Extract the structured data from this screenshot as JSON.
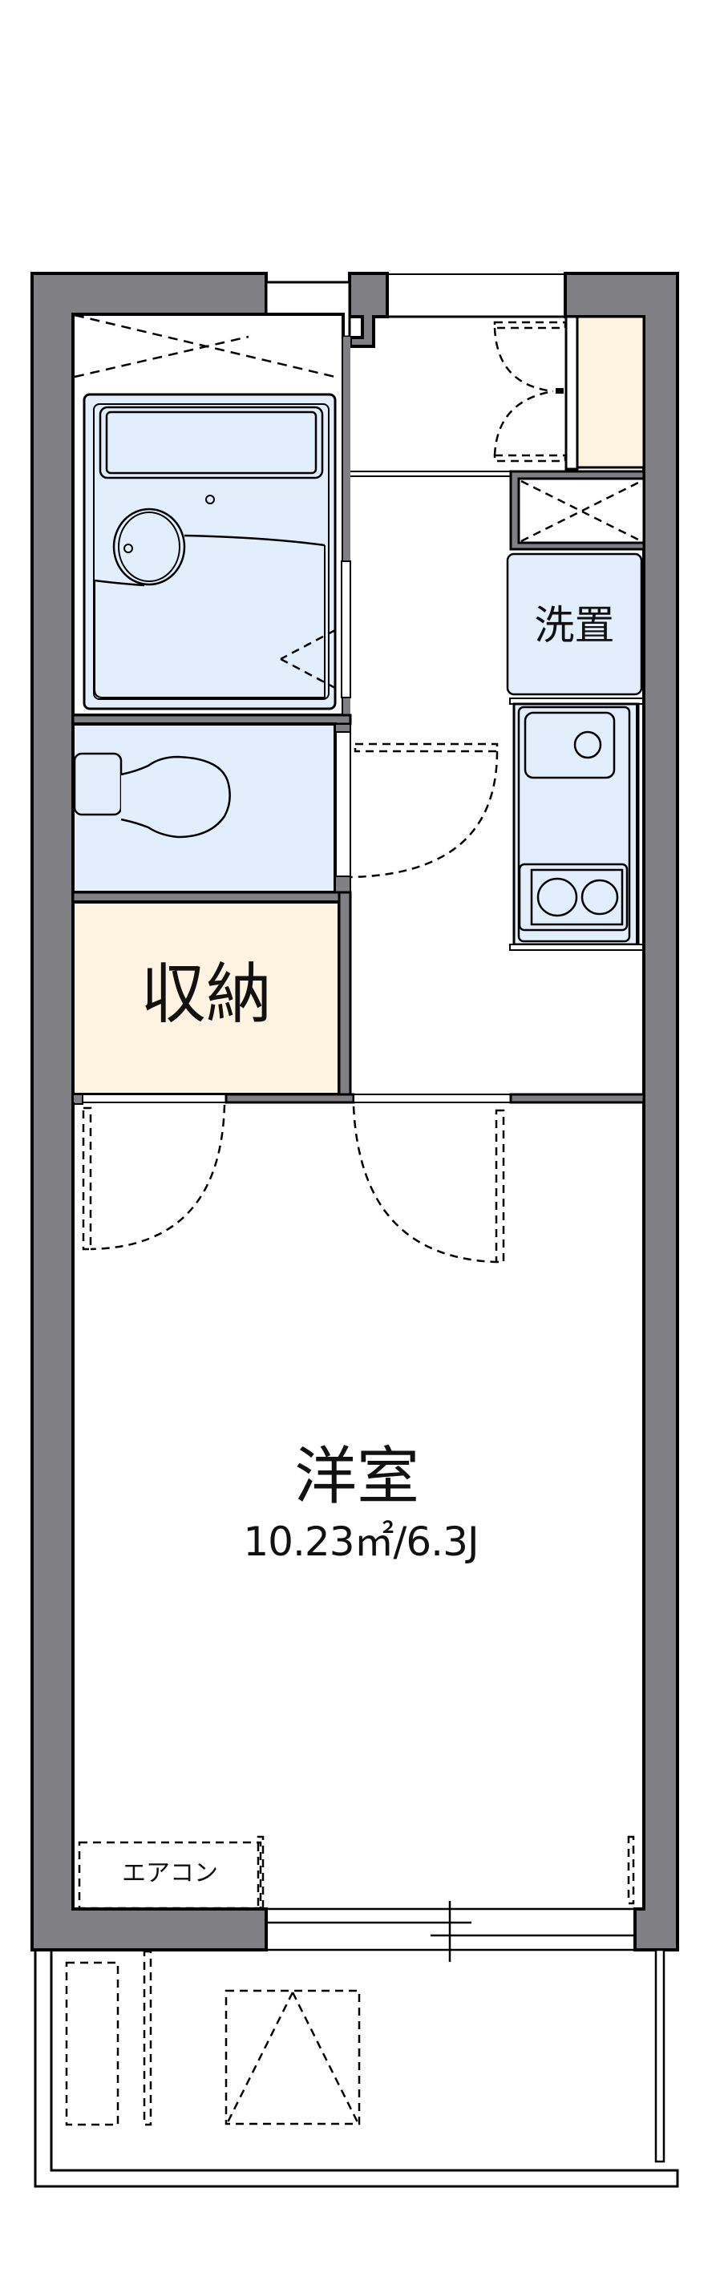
{
  "floorplan": {
    "rooms": {
      "western_room": {
        "name": "洋室",
        "area": "10.23㎡/6.3J"
      },
      "storage": {
        "name": "収納"
      },
      "washer_space": {
        "name": "洗置"
      },
      "air_conditioner": {
        "name": "エアコン"
      }
    },
    "fixtures": [
      "unit-bath",
      "toilet",
      "kitchen-sink",
      "two-burner-stove",
      "shoe-cabinet",
      "pipe-shaft",
      "balcony"
    ]
  },
  "colors": {
    "wall": "#808084",
    "wet_area": "#e3eefc",
    "storage": "#fff4e2",
    "line": "#000000",
    "background": "#ffffff"
  }
}
